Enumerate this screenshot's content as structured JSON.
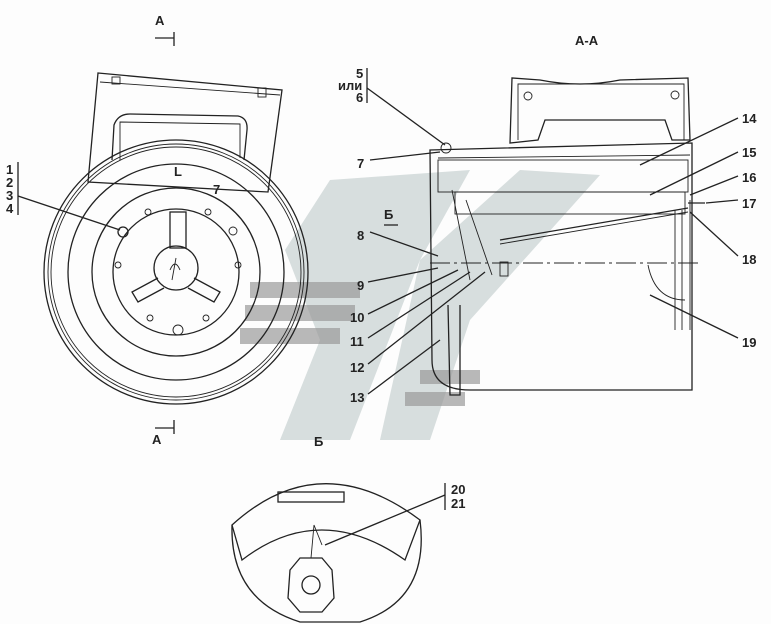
{
  "title": "A-A",
  "section_marks": {
    "top": "A",
    "bottom": "A",
    "view_b": "Б",
    "view_b_arrow": "Б"
  },
  "front_view": {
    "group_labels": [
      "1",
      "2",
      "3",
      "4"
    ],
    "lock_marks": [
      "L",
      "7"
    ]
  },
  "callouts_left": {
    "group_5_6": [
      "5",
      "или",
      "6"
    ],
    "items": [
      "7",
      "8",
      "9",
      "10",
      "11",
      "12",
      "13"
    ]
  },
  "callouts_right": [
    "14",
    "15",
    "16",
    "17",
    "18",
    "19"
  ],
  "view_b_labels": [
    "20",
    "21"
  ]
}
